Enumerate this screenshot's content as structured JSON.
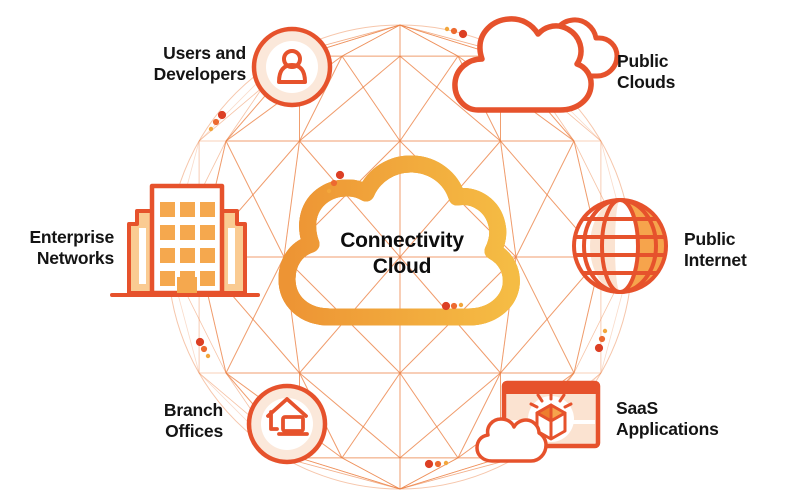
{
  "diagram": {
    "center": {
      "line1": "Connectivity",
      "line2": "Cloud"
    },
    "nodes": {
      "users": {
        "line1": "Users and",
        "line2": "Developers",
        "icon": "person-circle-icon"
      },
      "public_clouds": {
        "line1": "Public",
        "line2": "Clouds",
        "icon": "clouds-icon"
      },
      "enterprise": {
        "line1": "Enterprise",
        "line2": "Networks",
        "icon": "office-building-icon"
      },
      "internet": {
        "line1": "Public",
        "line2": "Internet",
        "icon": "globe-icon"
      },
      "branch": {
        "line1": "Branch",
        "line2": "Offices",
        "icon": "home-laptop-circle-icon"
      },
      "saas": {
        "line1": "SaaS",
        "line2": "Applications",
        "icon": "app-window-box-icon"
      }
    },
    "colors": {
      "primary": "#E6522C",
      "deep_red": "#DC3F24",
      "amber": "#F2A43C",
      "window_amber": "#F5A84E",
      "wing_fill": "#FACB92",
      "peach_fill": "#FBE3D1",
      "cream_fill": "#FBE8DA",
      "mesh": "#EC8144",
      "text": "#141414"
    }
  }
}
